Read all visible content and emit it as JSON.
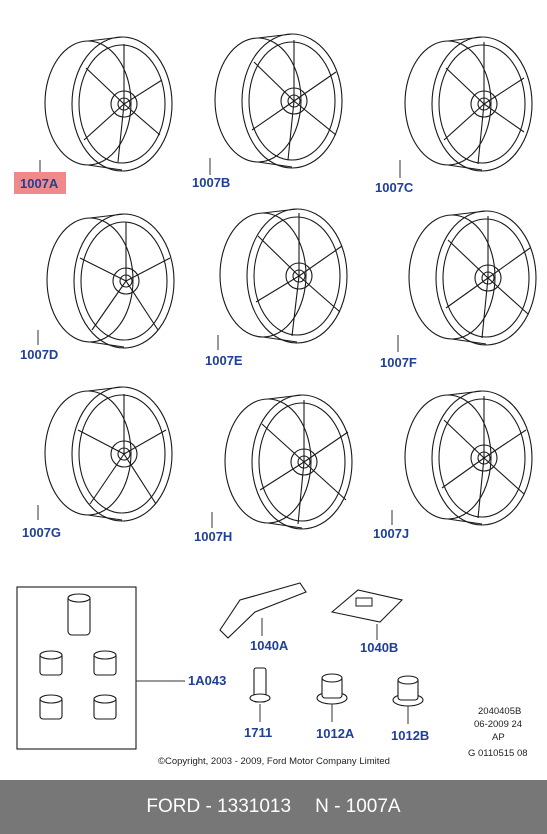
{
  "wheels": [
    {
      "label": "1007A",
      "highlighted": true
    },
    {
      "label": "1007B"
    },
    {
      "label": "1007C"
    },
    {
      "label": "1007D"
    },
    {
      "label": "1007E"
    },
    {
      "label": "1007F"
    },
    {
      "label": "1007G"
    },
    {
      "label": "1007H"
    },
    {
      "label": "1007J"
    }
  ],
  "parts": {
    "lug_nut_kit": "1A043",
    "weight_a": "1040A",
    "weight_b": "1040B",
    "valve": "1711",
    "nut_a": "1012A",
    "nut_b": "1012B"
  },
  "meta": {
    "line1": "2040405B",
    "line2": "06-2009 24",
    "line3": "AP",
    "line4": "G 0110515 08"
  },
  "copyright": "©Copyright, 2003 - 2009, Ford Motor Company Limited",
  "footer": {
    "part_number": "FORD - 1331013",
    "reference": "N - 1007A"
  },
  "colors": {
    "label_text": "#1f3f9a",
    "highlight": "#f08a8a",
    "footer_bg": "#777777",
    "footer_text": "#ffffff"
  }
}
